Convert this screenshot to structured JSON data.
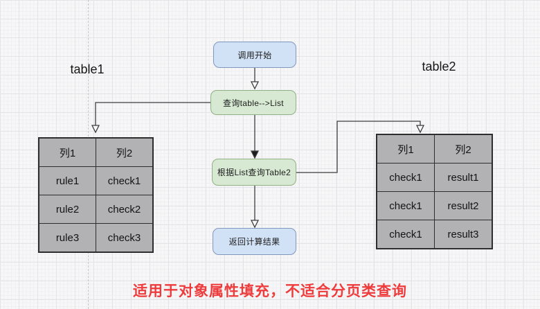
{
  "labels": {
    "left_table_title": "table1",
    "right_table_title": "table2"
  },
  "flow": {
    "start": "调用开始",
    "query_list": "查询table-->List",
    "query_table2": "根据List查询Table2",
    "return_result": "返回计算结果"
  },
  "left_table": {
    "headers": [
      "列1",
      "列2"
    ],
    "rows": [
      [
        "rule1",
        "check1"
      ],
      [
        "rule2",
        "check2"
      ],
      [
        "rule3",
        "check3"
      ]
    ]
  },
  "right_table": {
    "headers": [
      "列1",
      "列2"
    ],
    "rows": [
      [
        "check1",
        "result1"
      ],
      [
        "check1",
        "result2"
      ],
      [
        "check1",
        "result3"
      ]
    ]
  },
  "note": "适用于对象属性填充，不适合分页类查询",
  "colors": {
    "start_end_fill": "#d2e2f6",
    "start_end_border": "#8097bd",
    "process_fill": "#d7e9d3",
    "process_border": "#90af83",
    "table_fill": "#b2b1b4",
    "table_border": "#2d2d2d",
    "note_text": "#ee3b3b",
    "connector_stroke": "#3d3d3d",
    "canvas_background": "#f7f7f8"
  }
}
